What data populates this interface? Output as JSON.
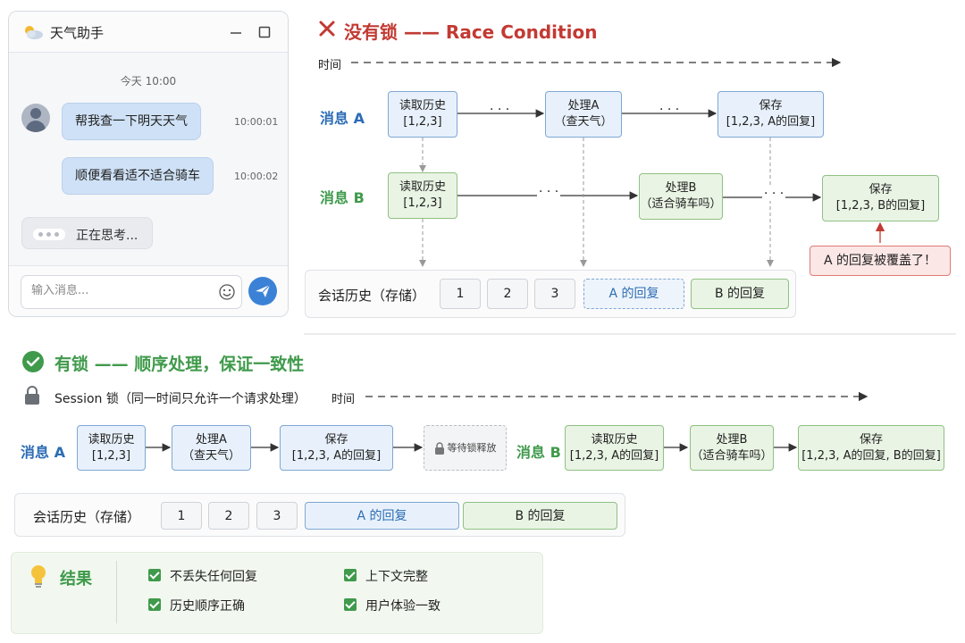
{
  "chat": {
    "title": "天气助手",
    "time_divider": "今天 10:00",
    "messages": [
      {
        "text": "帮我查一下明天天气",
        "time": "10:00:01"
      },
      {
        "text": "顺便看看适不适合骑车",
        "time": "10:00:02"
      }
    ],
    "thinking": "正在思考...",
    "input_placeholder": "输入消息..."
  },
  "top": {
    "title": "没有锁 —— Race Condition",
    "time_label": "时间",
    "row_a": {
      "label": "消息 A",
      "read": {
        "line1": "读取历史",
        "line2": "[1,2,3]"
      },
      "process": {
        "line1": "处理A",
        "line2": "（查天气）"
      },
      "save": {
        "line1": "保存",
        "line2": "[1,2,3, A的回复]"
      }
    },
    "row_b": {
      "label": "消息 B",
      "read": {
        "line1": "读取历史",
        "line2": "[1,2,3]"
      },
      "process": {
        "line1": "处理B",
        "line2": "（适合骑车吗）"
      },
      "save": {
        "line1": "保存",
        "line2": "[1,2,3, B的回复]"
      }
    },
    "warning": "A 的回复被覆盖了！",
    "dots": "· · ·",
    "history": {
      "label": "会话历史（存储）",
      "items": [
        "1",
        "2",
        "3"
      ],
      "a_reply": "A 的回复",
      "b_reply": "B 的回复"
    }
  },
  "bottom": {
    "title": "有锁 —— 顺序处理，保证一致性",
    "lock_label": "Session 锁（同一时间只允许一个请求处理）",
    "time_label": "时间",
    "a_label": "消息 A",
    "a_read": {
      "line1": "读取历史",
      "line2": "[1,2,3]"
    },
    "a_process": {
      "line1": "处理A",
      "line2": "（查天气）"
    },
    "a_save": {
      "line1": "保存",
      "line2": "[1,2,3, A的回复]"
    },
    "wait": "等待锁释放",
    "b_label": "消息 B",
    "b_read": {
      "line1": "读取历史",
      "line2": "[1,2,3, A的回复]"
    },
    "b_process": {
      "line1": "处理B",
      "line2": "（适合骑车吗）"
    },
    "b_save": {
      "line1": "保存",
      "line2": "[1,2,3, A的回复, B的回复]"
    },
    "history": {
      "label": "会话历史（存储）",
      "items": [
        "1",
        "2",
        "3"
      ],
      "a_reply": "A 的回复",
      "b_reply": "B 的回复"
    }
  },
  "result": {
    "title": "结果",
    "items": [
      "不丢失任何回复",
      "上下文完整",
      "历史顺序正确",
      "用户体验一致"
    ]
  },
  "colors": {
    "blue": "#2c6cb5",
    "green": "#3f9a4b",
    "red": "#c23a33"
  }
}
